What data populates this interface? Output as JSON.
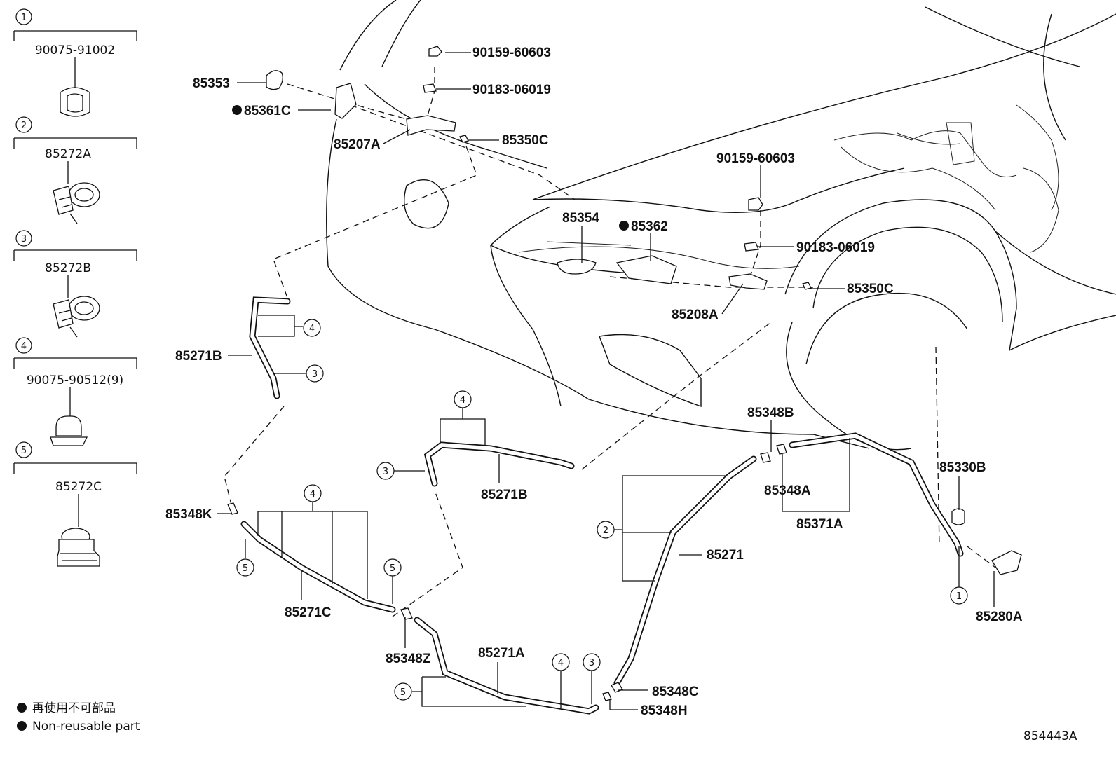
{
  "legend_items": [
    {
      "index": "1",
      "part": "90075-91002"
    },
    {
      "index": "2",
      "part": "85272A"
    },
    {
      "index": "3",
      "part": "85272B"
    },
    {
      "index": "4",
      "part": "90075-90512(9)"
    },
    {
      "index": "5",
      "part": "85272C"
    }
  ],
  "callouts": {
    "c85353": "85353",
    "c85361C": "85361C",
    "c85207A": "85207A",
    "c90159_top": "90159-60603",
    "c90183_top": "90183-06019",
    "c85350C_top": "85350C",
    "c90159_mid": "90159-60603",
    "c85354": "85354",
    "c85362": "85362",
    "c90183_mid": "90183-06019",
    "c85350C_mid": "85350C",
    "c85208A": "85208A",
    "c85271B_left": "85271B",
    "c85271B_mid": "85271B",
    "c85348K": "85348K",
    "c85271C": "85271C",
    "c85348Z": "85348Z",
    "c85271A": "85271A",
    "c85348C": "85348C",
    "c85348H": "85348H",
    "c85348B": "85348B",
    "c85348A": "85348A",
    "c85371A": "85371A",
    "c85271": "85271",
    "c85330B": "85330B",
    "c85280A": "85280A"
  },
  "clip_refs": {
    "r4a": "4",
    "r3a": "3",
    "r4b": "4",
    "r3b": "3",
    "r4c": "4",
    "r5a": "5",
    "r5b": "5",
    "r5c": "5",
    "r4d": "4",
    "r3c": "3",
    "r2a": "2",
    "r1a": "1"
  },
  "notes": {
    "jp": "再使用不可部品",
    "en": "Non-reusable part",
    "figure_code": "854443A"
  }
}
